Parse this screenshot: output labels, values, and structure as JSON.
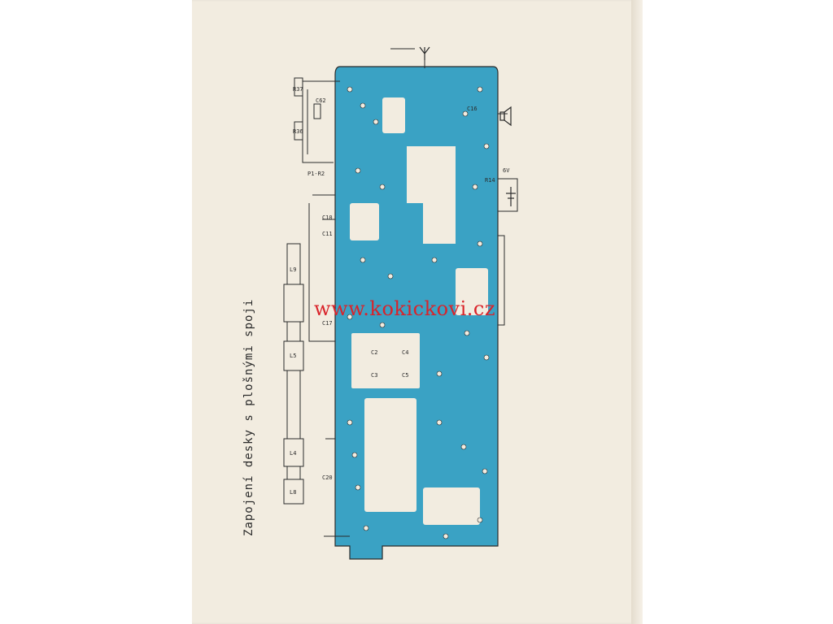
{
  "document": {
    "caption": "Zapojení desky s plošnými spoji",
    "watermark": "www.kokickovi.cz"
  },
  "colors": {
    "copper": "#3aa2c4",
    "ink": "#2b2b2b",
    "paper": "#f2ece0",
    "watermark": "#d9232a"
  },
  "labels": {
    "coil_l9": "L9",
    "coil_l5": "L5",
    "coil_l4": "L4",
    "coil_l8": "L8",
    "battery": "6V",
    "p1_r2": "P1-R2",
    "c10": "C10",
    "c11": "C11",
    "c17": "C17",
    "c20": "C20",
    "c62": "C62",
    "r36": "R36",
    "r37": "R37",
    "c2": "C2",
    "c3": "C3",
    "c4": "C4",
    "c5": "C5",
    "r14": "R14",
    "c16": "C16"
  },
  "icons": [
    "speaker-icon",
    "antenna-icon",
    "switch-icon"
  ]
}
